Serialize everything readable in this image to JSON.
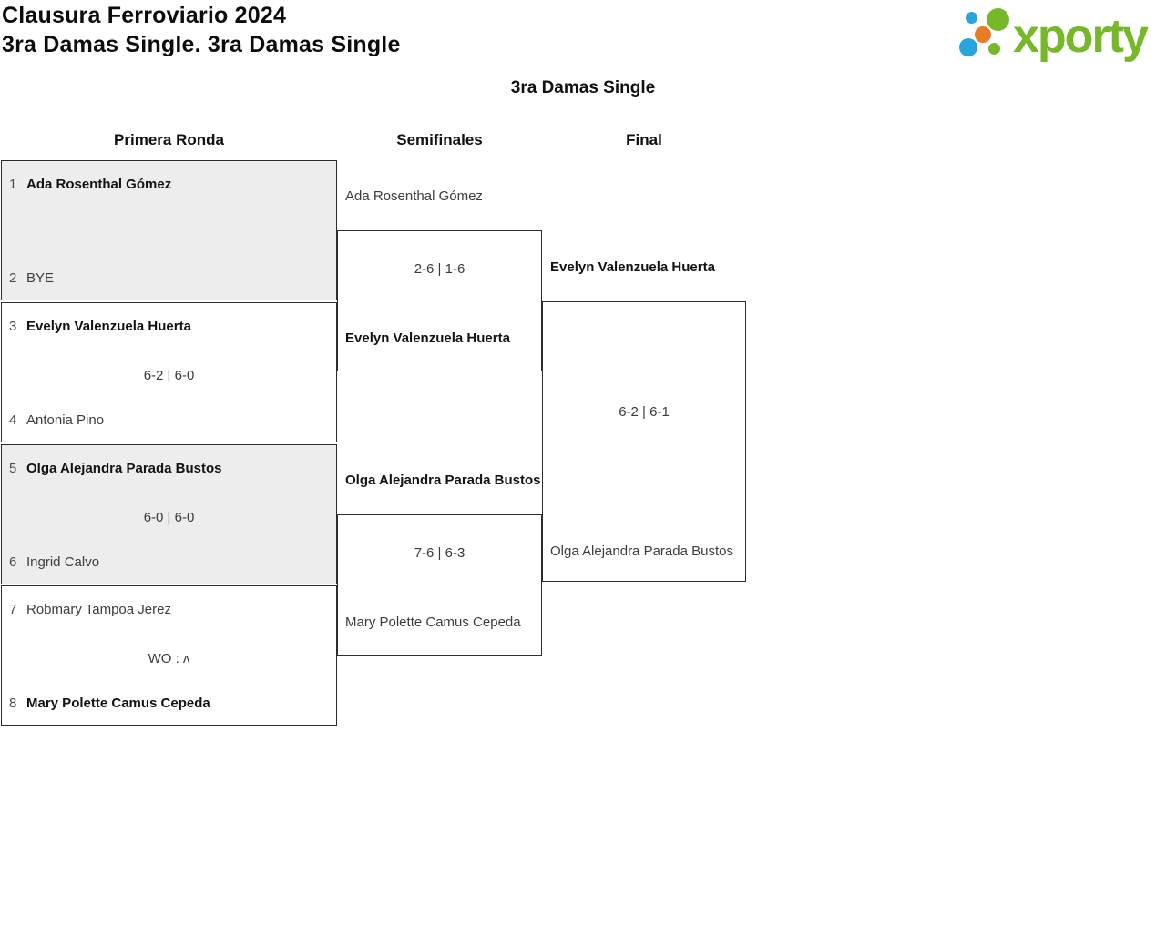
{
  "header": {
    "tournament_title": "Clausura Ferroviario 2024",
    "category_title": "3ra Damas Single. 3ra Damas Single",
    "logo_text": "xporty"
  },
  "bracket": {
    "title": "3ra Damas Single",
    "rounds": [
      {
        "label": "Primera Ronda",
        "matches": [
          {
            "player1": {
              "seed": "1",
              "name": "Ada Rosenthal Gómez",
              "winner": true
            },
            "player2": {
              "seed": "2",
              "name": "BYE",
              "winner": false
            },
            "score": ""
          },
          {
            "player1": {
              "seed": "3",
              "name": "Evelyn Valenzuela Huerta",
              "winner": true
            },
            "player2": {
              "seed": "4",
              "name": "Antonia Pino",
              "winner": false
            },
            "score": "6-2 | 6-0"
          },
          {
            "player1": {
              "seed": "5",
              "name": "Olga Alejandra Parada Bustos",
              "winner": true
            },
            "player2": {
              "seed": "6",
              "name": "Ingrid Calvo",
              "winner": false
            },
            "score": "6-0 | 6-0"
          },
          {
            "player1": {
              "seed": "7",
              "name": "Robmary Tampoa Jerez",
              "winner": false
            },
            "player2": {
              "seed": "8",
              "name": "Mary Polette Camus Cepeda",
              "winner": true
            },
            "score": "WO : ʌ"
          }
        ]
      },
      {
        "label": "Semifinales",
        "matches": [
          {
            "player1": {
              "name": "Ada Rosenthal Gómez",
              "winner": false
            },
            "player2": {
              "name": "Evelyn Valenzuela Huerta",
              "winner": true
            },
            "score": "2-6 | 1-6"
          },
          {
            "player1": {
              "name": "Olga Alejandra Parada Bustos",
              "winner": true
            },
            "player2": {
              "name": "Mary Polette Camus Cepeda",
              "winner": false
            },
            "score": "7-6 | 6-3"
          }
        ]
      },
      {
        "label": "Final",
        "matches": [
          {
            "player1": {
              "name": "Evelyn Valenzuela Huerta",
              "winner": true
            },
            "player2": {
              "name": "Olga Alejandra Parada Bustos",
              "winner": false
            },
            "score": "6-2 | 6-1"
          }
        ]
      }
    ]
  },
  "colors": {
    "brand_green": "#76b82a",
    "brand_blue": "#29a4dc",
    "brand_orange": "#e87c22",
    "box_gray": "#ededed",
    "box_border": "#2d2d2d"
  }
}
